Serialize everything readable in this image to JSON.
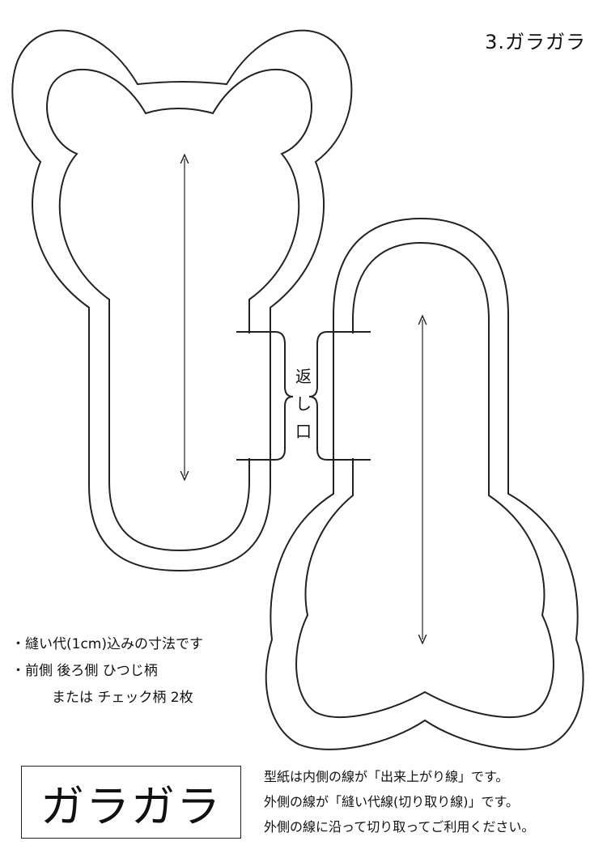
{
  "page_title": "3.ガラガラ",
  "opening_label": [
    "返",
    "し",
    "口"
  ],
  "notes": [
    "・縫い代(1cm)込みの寸法です",
    "・前側 後ろ側 ひつじ柄",
    "または チェック柄 2枚"
  ],
  "pattern_name": "ガラガラ",
  "instructions": [
    "型紙は内側の線が「出来上がり線」です。",
    "外側の線が「縫い代線(切り取り線)」です。",
    "外側の線に沿って切り取ってご利用ください。"
  ],
  "colors": {
    "line": "#222222",
    "background": "#ffffff"
  }
}
